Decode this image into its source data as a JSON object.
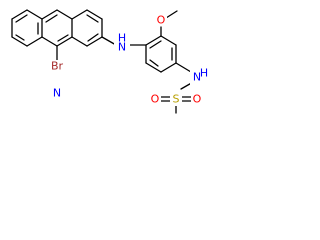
{
  "molecule": {
    "atoms": {
      "br": "Br",
      "n_acridine": "N",
      "nh_top_n": "N",
      "nh_top_h": "H",
      "o_methoxy": "O",
      "nh_right_n": "N",
      "nh_right_h": "H",
      "s": "S",
      "o_sulfonyl_left": "O",
      "o_sulfonyl_right": "O"
    },
    "colors": {
      "bond": "#000000",
      "br": "#a52a2a",
      "n": "#0000ff",
      "o": "#ff0000",
      "s": "#b8a000"
    }
  }
}
